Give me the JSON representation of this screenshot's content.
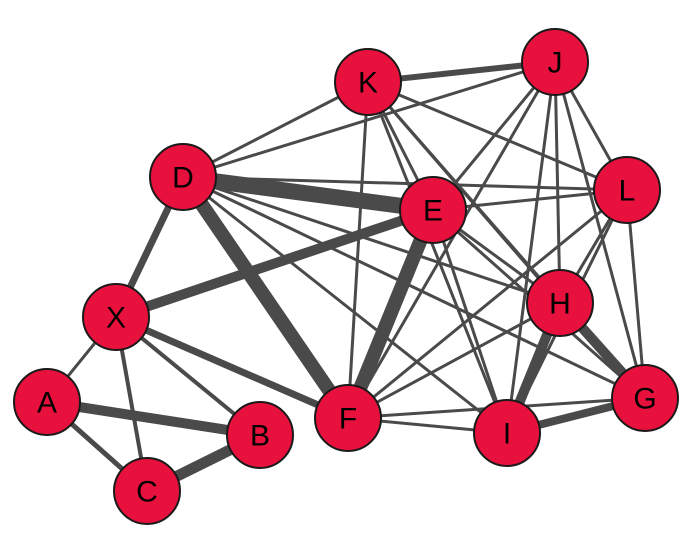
{
  "colors": {
    "node_fill": "#e8103c",
    "node_stroke": "#1a1a1a",
    "edge": "#4a4a4a",
    "label": "#000000"
  },
  "nodes": [
    {
      "id": "K",
      "label": "K"
    },
    {
      "id": "J",
      "label": "J"
    },
    {
      "id": "D",
      "label": "D"
    },
    {
      "id": "E",
      "label": "E"
    },
    {
      "id": "L",
      "label": "L"
    },
    {
      "id": "X",
      "label": "X"
    },
    {
      "id": "H",
      "label": "H"
    },
    {
      "id": "A",
      "label": "A"
    },
    {
      "id": "G",
      "label": "G"
    },
    {
      "id": "F",
      "label": "F"
    },
    {
      "id": "B",
      "label": "B"
    },
    {
      "id": "I",
      "label": "I"
    },
    {
      "id": "C",
      "label": "C"
    }
  ],
  "edges": [
    {
      "source": "A",
      "target": "X",
      "weight": 3
    },
    {
      "source": "A",
      "target": "C",
      "weight": 5
    },
    {
      "source": "A",
      "target": "B",
      "weight": 10
    },
    {
      "source": "X",
      "target": "C",
      "weight": 4
    },
    {
      "source": "X",
      "target": "B",
      "weight": 4
    },
    {
      "source": "C",
      "target": "B",
      "weight": 11
    },
    {
      "source": "X",
      "target": "D",
      "weight": 7
    },
    {
      "source": "X",
      "target": "E",
      "weight": 10
    },
    {
      "source": "X",
      "target": "F",
      "weight": 7
    },
    {
      "source": "D",
      "target": "F",
      "weight": 14
    },
    {
      "source": "D",
      "target": "E",
      "weight": 16
    },
    {
      "source": "D",
      "target": "K",
      "weight": 3
    },
    {
      "source": "D",
      "target": "J",
      "weight": 3
    },
    {
      "source": "D",
      "target": "L",
      "weight": 3
    },
    {
      "source": "D",
      "target": "H",
      "weight": 3
    },
    {
      "source": "D",
      "target": "I",
      "weight": 3
    },
    {
      "source": "D",
      "target": "G",
      "weight": 3
    },
    {
      "source": "E",
      "target": "F",
      "weight": 14
    },
    {
      "source": "E",
      "target": "K",
      "weight": 3
    },
    {
      "source": "E",
      "target": "J",
      "weight": 3
    },
    {
      "source": "E",
      "target": "L",
      "weight": 3
    },
    {
      "source": "E",
      "target": "H",
      "weight": 3
    },
    {
      "source": "E",
      "target": "I",
      "weight": 3
    },
    {
      "source": "E",
      "target": "G",
      "weight": 3
    },
    {
      "source": "K",
      "target": "J",
      "weight": 6
    },
    {
      "source": "K",
      "target": "L",
      "weight": 3
    },
    {
      "source": "K",
      "target": "F",
      "weight": 3
    },
    {
      "source": "K",
      "target": "H",
      "weight": 3
    },
    {
      "source": "K",
      "target": "I",
      "weight": 3
    },
    {
      "source": "K",
      "target": "G",
      "weight": 3
    },
    {
      "source": "J",
      "target": "L",
      "weight": 3
    },
    {
      "source": "J",
      "target": "F",
      "weight": 3
    },
    {
      "source": "J",
      "target": "H",
      "weight": 3
    },
    {
      "source": "J",
      "target": "I",
      "weight": 3
    },
    {
      "source": "J",
      "target": "G",
      "weight": 3
    },
    {
      "source": "L",
      "target": "F",
      "weight": 3
    },
    {
      "source": "L",
      "target": "H",
      "weight": 3
    },
    {
      "source": "L",
      "target": "I",
      "weight": 3
    },
    {
      "source": "L",
      "target": "G",
      "weight": 3
    },
    {
      "source": "F",
      "target": "H",
      "weight": 3
    },
    {
      "source": "F",
      "target": "I",
      "weight": 3
    },
    {
      "source": "F",
      "target": "G",
      "weight": 3
    },
    {
      "source": "H",
      "target": "I",
      "weight": 10
    },
    {
      "source": "H",
      "target": "G",
      "weight": 10
    },
    {
      "source": "I",
      "target": "G",
      "weight": 8
    }
  ]
}
